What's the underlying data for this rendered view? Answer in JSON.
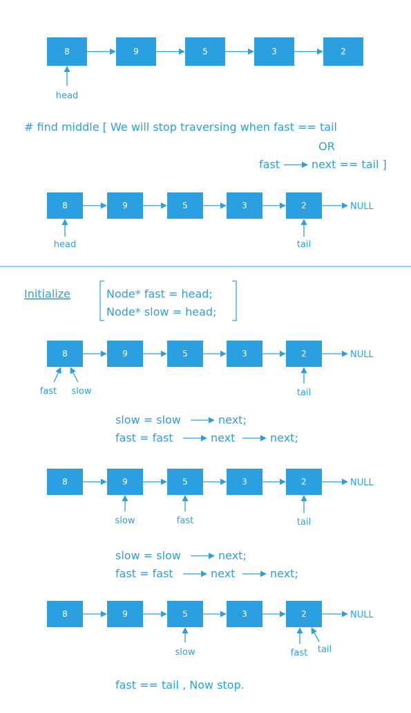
{
  "values": [
    "8",
    "9",
    "5",
    "3",
    "2"
  ],
  "null_label": "NULL",
  "head_label": "head",
  "tail_label": "tail",
  "fast_label": "fast",
  "slow_label": "slow",
  "rule": {
    "line1": "# find middle [ We will stop traversing when fast == tail",
    "line2": "OR",
    "line3a": "fast",
    "line3b": "next == tail ]"
  },
  "init": {
    "label": "Initialize",
    "code1": "Node* fast = head;",
    "code2": "Node* slow = head;"
  },
  "step_code": {
    "slow_a": "slow = slow",
    "slow_b": "next;",
    "fast_a": "fast = fast",
    "fast_b": "next",
    "fast_c": "next;"
  },
  "final_text": "fast == tail ,  Now stop."
}
